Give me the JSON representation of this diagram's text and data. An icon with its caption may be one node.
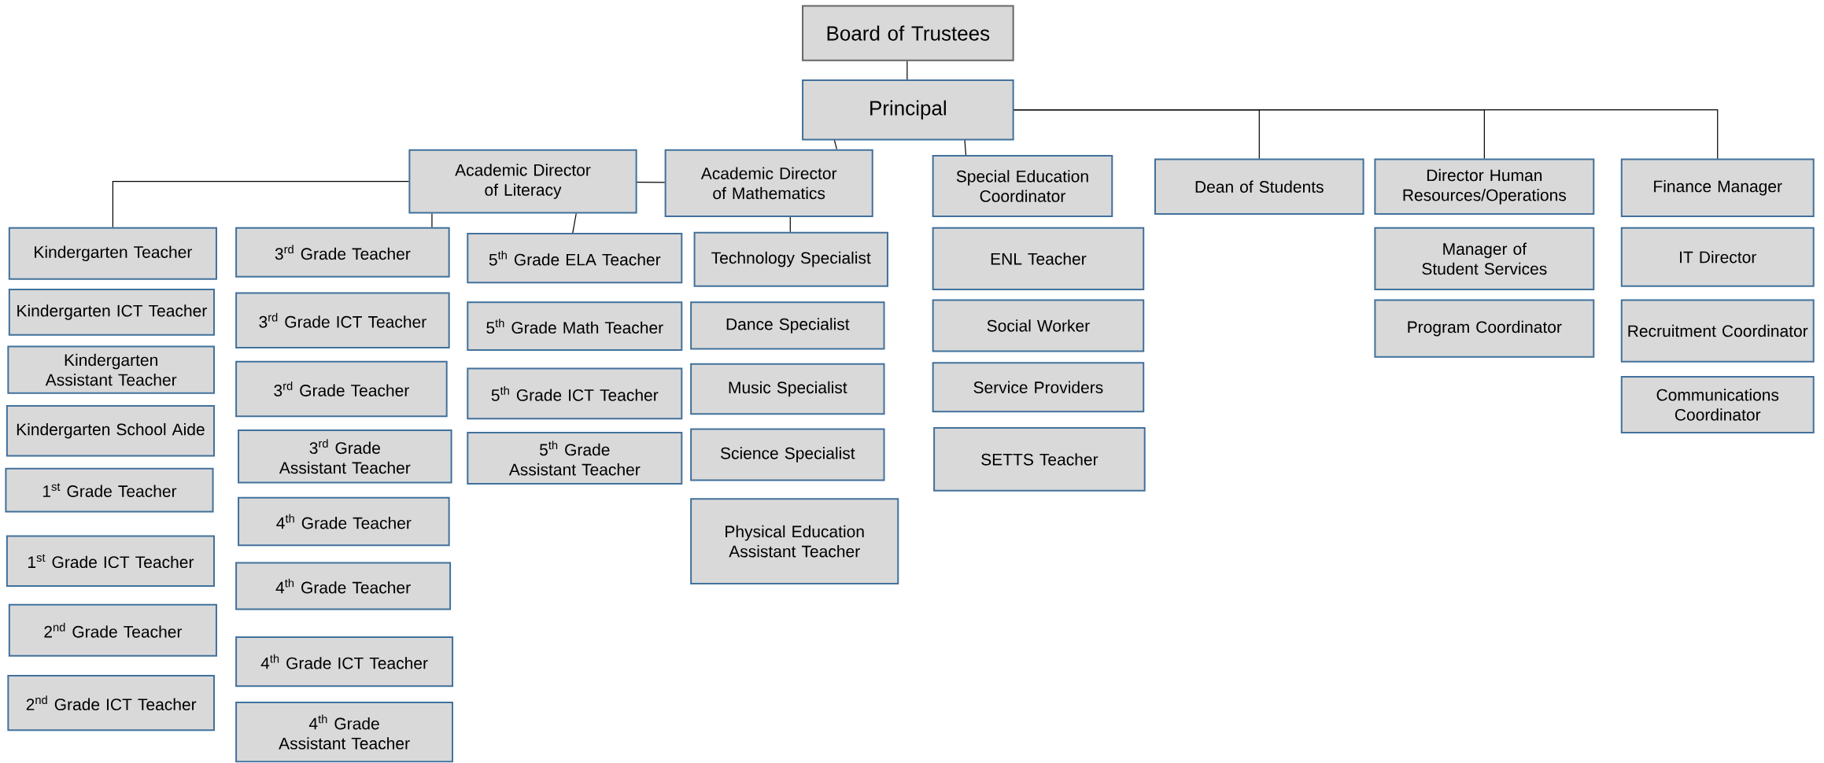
{
  "diagram": {
    "nodes": [
      {
        "text": [
          "Board of Trustees"
        ]
      },
      {
        "text": [
          "Principal"
        ]
      },
      {
        "text": [
          "Academic Director of Literacy"
        ]
      },
      {
        "text": [
          "Academic Director of Mathematics"
        ]
      },
      {
        "text": [
          "Special Education Coordinator"
        ]
      },
      {
        "text": [
          "Dean of Students"
        ]
      },
      {
        "text": [
          "Director Human Resources/Operations"
        ]
      },
      {
        "text": [
          "Finance Manager"
        ]
      },
      {
        "text": [
          "Kindergarten Teacher"
        ]
      },
      {
        "text": [
          "Kindergarten ICT Teacher"
        ]
      },
      {
        "text": [
          "Kindergarten Assistant Teacher"
        ]
      },
      {
        "text": [
          "Kindergarten School Aide"
        ]
      },
      {
        "text": [
          "1$^{st}$ Grade Teacher"
        ]
      },
      {
        "text": [
          "1$^{st}$ Grade ICT Teacher"
        ]
      },
      {
        "text": [
          "2$^{nd}$ Grade Teacher"
        ]
      },
      {
        "text": [
          "2$^{nd}$ Grade ICT Teacher"
        ]
      },
      {
        "text": [
          "3$^{rd}$ Grade Teacher"
        ]
      },
      {
        "text": [
          "3$^{rd}$ Grade ICT Teacher"
        ]
      },
      {
        "text": [
          "3$^{rd}$ Grade Teacher"
        ]
      },
      {
        "text": [
          "3$^{rd}$ Grade Assistant Teacher"
        ]
      },
      {
        "text": [
          "4$^{th}$ Grade Teacher"
        ]
      },
      {
        "text": [
          "4$^{th}$ Grade Teacher"
        ]
      },
      {
        "text": [
          "4$^{th}$ Grade ICT Teacher"
        ]
      },
      {
        "text": [
          "4$^{th}$ Grade Assistant Teacher"
        ]
      },
      {
        "text": [
          "5$^{th}$ Grade ELA Teacher"
        ]
      },
      {
        "text": [
          "5$^{th}$ Grade Math Teacher"
        ]
      },
      {
        "text": [
          "5$^{th}$ Grade ICT Teacher"
        ]
      },
      {
        "text": [
          "5$^{th}$ Grade Assistant Teacher"
        ]
      },
      {
        "text": [
          "Technology Specialist"
        ]
      },
      {
        "text": [
          "Dance Specialist"
        ]
      },
      {
        "text": [
          "Music Specialist"
        ]
      },
      {
        "text": [
          "Science Specialist"
        ]
      },
      {
        "text": [
          "Physical Education Assistant Teacher"
        ]
      },
      {
        "text": [
          "ENL Teacher"
        ]
      },
      {
        "text": [
          "Social Worker"
        ]
      },
      {
        "text": [
          "Service Providers"
        ]
      },
      {
        "text": [
          "SETTS Teacher"
        ]
      },
      {
        "text": [
          "Manager of Student Services"
        ]
      },
      {
        "text": [
          "Program Coordinator"
        ]
      },
      {
        "text": [
          "IT Director"
        ]
      },
      {
        "text": [
          "Recruitment Coordinator"
        ]
      },
      {
        "text": [
          "Communications Coordinator"
        ]
      }
    ],
    "edges": [
      {
        "from": 0,
        "to": 1,
        "arrow": "none"
      },
      {
        "from": 1,
        "to": 3,
        "arrow": "none"
      },
      {
        "from": 1,
        "to": 4,
        "arrow": "none"
      },
      {
        "from": 1,
        "to": 5,
        "arrow": "none"
      },
      {
        "from": 1,
        "to": 6,
        "arrow": "none"
      },
      {
        "from": 1,
        "to": 7,
        "arrow": "none"
      },
      {
        "from": 2,
        "to": 3,
        "arrow": "none"
      },
      {
        "from": 2,
        "to": 8,
        "arrow": "none"
      },
      {
        "from": 2,
        "to": 16,
        "arrow": "none"
      },
      {
        "from": 2,
        "to": 24,
        "arrow": "none"
      },
      {
        "from": 3,
        "to": 28,
        "arrow": "none"
      }
    ]
  }
}
